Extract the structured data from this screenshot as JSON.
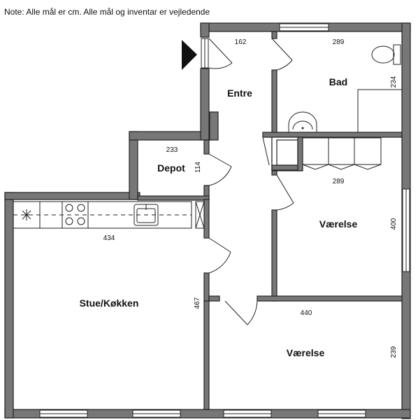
{
  "note": "Note: Alle mål er cm. Alle mål og inventar er vejledende",
  "rooms": {
    "entre": "Entre",
    "bad": "Bad",
    "depot": "Depot",
    "vaerelse_1": "Værelse",
    "stue_kokken": "Stue/Køkken",
    "vaerelse_2": "Værelse"
  },
  "dimensions": {
    "entre_width": "162",
    "bad_width": "289",
    "bad_depth": "234",
    "depot_width": "233",
    "depot_depth": "114",
    "vaerelse_1_width": "289",
    "vaerelse_1_depth": "400",
    "stue_width": "434",
    "stue_depth": "467",
    "vaerelse_2_width": "440",
    "vaerelse_2_depth": "239"
  }
}
